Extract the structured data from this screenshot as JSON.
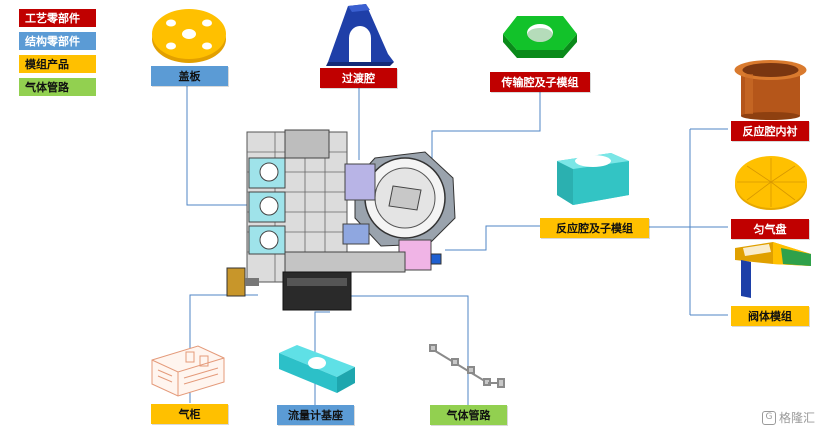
{
  "legend": [
    {
      "label": "工艺零部件",
      "color": "#c00000"
    },
    {
      "label": "结构零部件",
      "color": "#5b9bd5"
    },
    {
      "label": "模组产品",
      "color": "#ffc000"
    },
    {
      "label": "气体管路",
      "color": "#92d050"
    }
  ],
  "components": {
    "cover_plate": "盖板",
    "transition_chamber": "过渡腔",
    "transfer_chamber": "传输腔及子模组",
    "reaction_chamber": "反应腔及子模组",
    "liner": "反应腔内衬",
    "showerhead": "匀气盘",
    "valve_module": "阀体模组",
    "gas_cabinet": "气柜",
    "flowmeter_base": "流量计基座",
    "gas_line": "气体管路"
  },
  "watermark": "格隆汇"
}
